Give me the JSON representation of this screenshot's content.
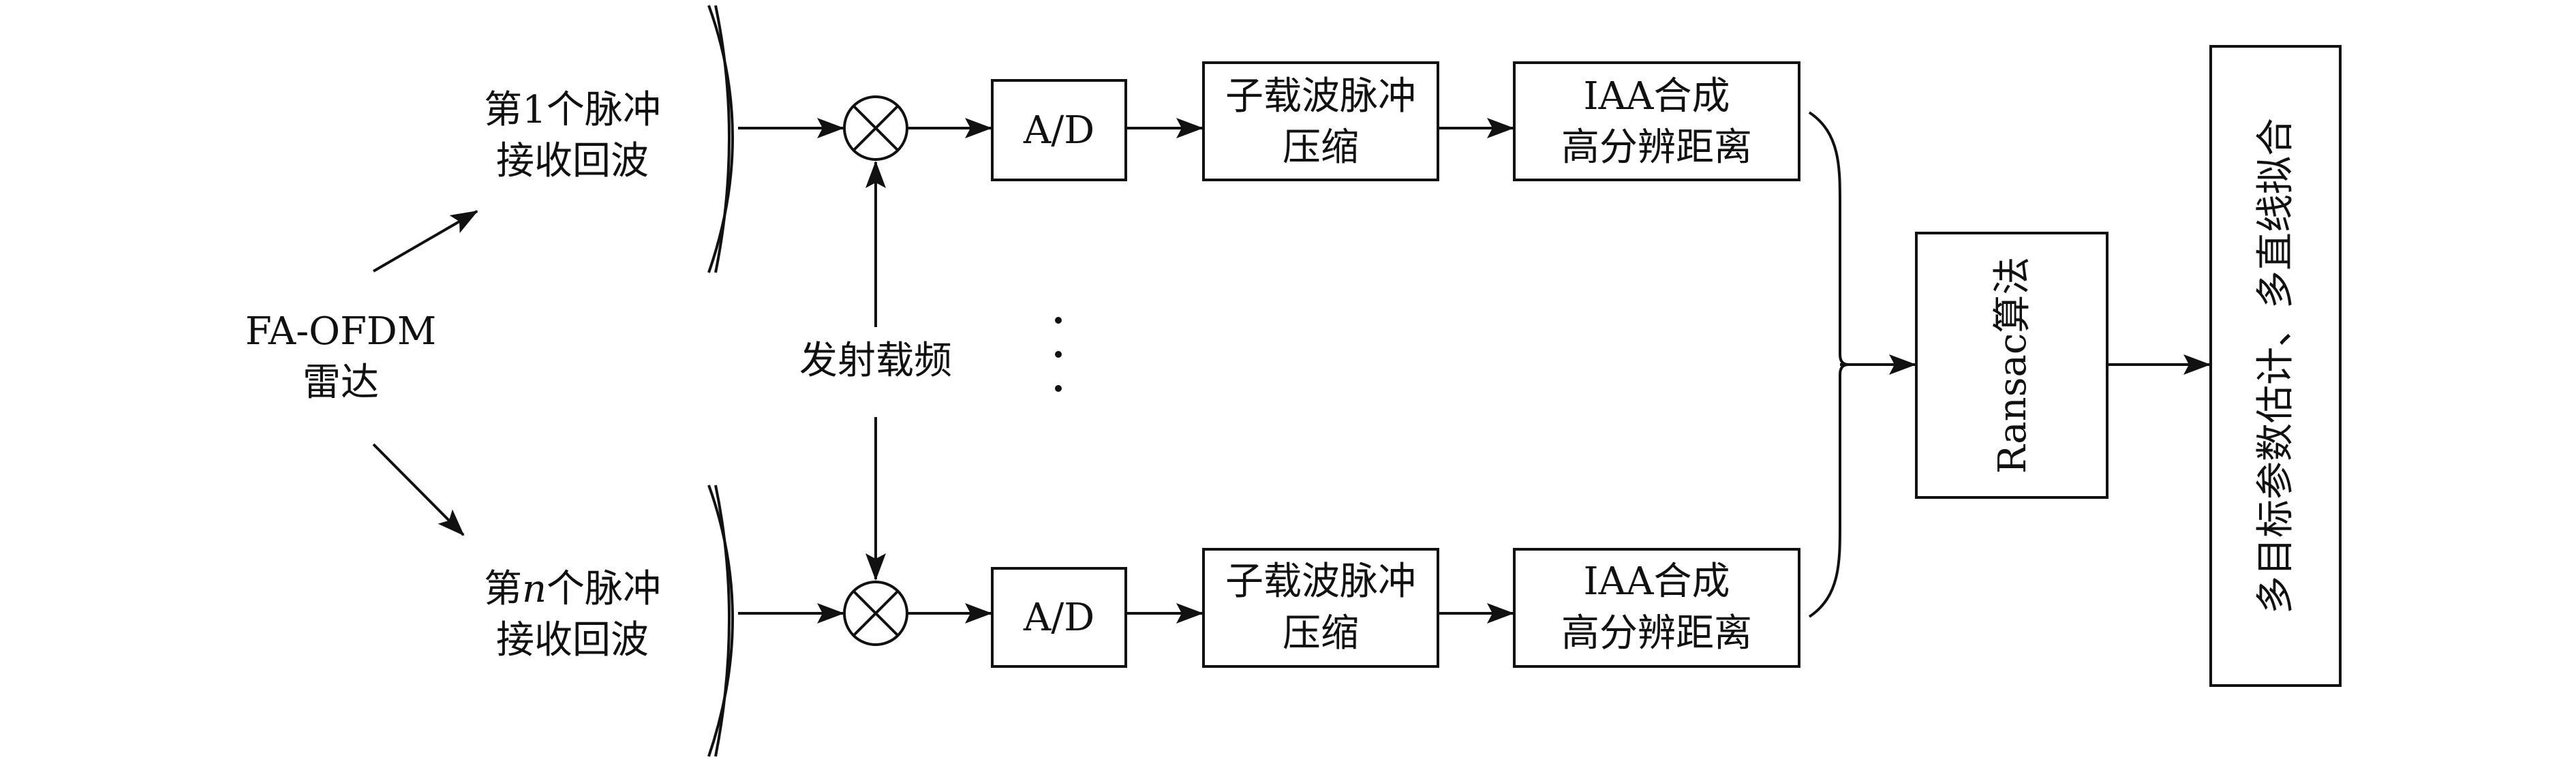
{
  "radar": {
    "line1": "FA-OFDM",
    "line2": "雷达"
  },
  "pulse_first": {
    "line1_pre": "第",
    "line1_var": "1",
    "line1_post": "个脉冲",
    "line2": "接收回波"
  },
  "pulse_nth": {
    "line1_pre": "第",
    "line1_var": "n",
    "line1_post": "个脉冲",
    "line2": "接收回波"
  },
  "carrier_label": "发射载频",
  "adc_label": "A/D",
  "compression": {
    "line1": "子载波脉冲",
    "line2": "压缩"
  },
  "iaa": {
    "line1": "IAA合成",
    "line2": "高分辨距离"
  },
  "ransac_label": "Ransac算法",
  "output_label": "多目标参数估计、多直线拟合"
}
